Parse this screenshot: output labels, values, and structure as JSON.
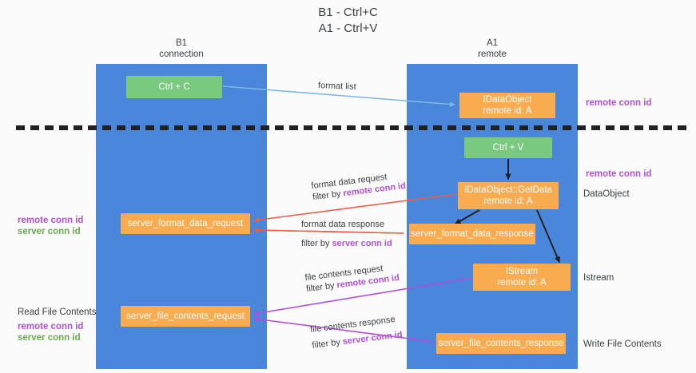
{
  "title": {
    "line1": "B1 - Ctrl+C",
    "line2": "A1 - Ctrl+V"
  },
  "columns": [
    {
      "name": "B1",
      "sub": "connection"
    },
    {
      "name": "A1",
      "sub": "remote"
    }
  ],
  "nodes": {
    "ctrl_c": {
      "label": "Ctrl + C",
      "color": "#79ca7f"
    },
    "data_object": {
      "line1": "IDataObject",
      "line2": "remote id: A",
      "color": "#f9ab50"
    },
    "ctrl_v": {
      "label": "Ctrl + V",
      "color": "#79ca7f"
    },
    "get_data": {
      "line1": "IDataObject::GetData",
      "line2": "remote id: A",
      "color": "#f9ab50"
    },
    "format_data_request": {
      "label": "server_format_data_request",
      "color": "#f9ab50"
    },
    "format_data_response": {
      "label": "server_format_data_response",
      "color": "#f9ab50"
    },
    "istream": {
      "line1": "IStream",
      "line2": "remote id: A",
      "color": "#f9ab50"
    },
    "file_contents_request": {
      "label": "server_file_contents_request",
      "color": "#f9ab50"
    },
    "file_contents_response": {
      "label": "server_file_contents_response",
      "color": "#f9ab50"
    }
  },
  "edges": {
    "format_list": {
      "label": "format list",
      "color": "#7eb6e8"
    },
    "format_data_request": {
      "line1": "format data request",
      "line2_prefix": "filter by ",
      "line2_key": "remote conn id",
      "color": "#e8604c"
    },
    "format_data_response": {
      "line1": "format data response",
      "line2_prefix": "filter by ",
      "line2_key": "server conn id",
      "color": "#e8604c"
    },
    "file_contents_request": {
      "line1": "file contents request",
      "line2_prefix": "filter by ",
      "line2_key": "remote conn id",
      "color": "#b14fd8"
    },
    "file_contents_response": {
      "line1": "file contents response",
      "line2_prefix": "filter by ",
      "line2_key": "server conn id",
      "color": "#b14fd8"
    }
  },
  "right_labels": {
    "remote_conn_id_top": "remote conn id",
    "remote_conn_id_mid": "remote conn id",
    "data_object": "DataObject",
    "istream": "Istream",
    "write_file_contents": "Write File Contents"
  },
  "left_labels": {
    "remote_conn_id": "remote conn id",
    "server_conn_id": "server conn id",
    "read_file_contents": "Read File Contents",
    "remote_conn_id_2": "remote conn id",
    "server_conn_id_2": "server conn id"
  },
  "colors": {
    "lane": "#4a86d9",
    "green_node": "#79ca7f",
    "orange_node": "#f9ab50",
    "purple": "#b14fd8",
    "green_text": "#6aa84f",
    "red_arrow": "#e8604c",
    "blue_arrow": "#7eb6e8",
    "divider": "#202124",
    "background": "#fbfbfb"
  }
}
